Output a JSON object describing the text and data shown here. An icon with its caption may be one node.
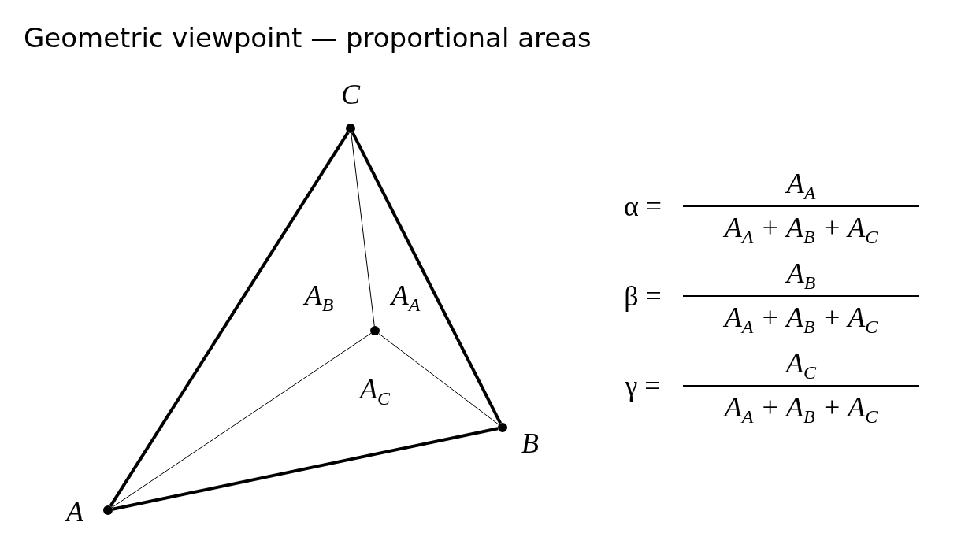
{
  "diagram": {
    "title": "Geometric viewpoint — proportional areas",
    "nodes": [
      {
        "text": [],
        "shape": "circle",
        "beside": [
          "C"
        ]
      },
      {
        "text": [],
        "shape": "circle",
        "beside": [
          "A"
        ]
      },
      {
        "text": [],
        "shape": "circle",
        "beside": [
          "B"
        ]
      },
      {
        "text": [],
        "shape": "circle"
      }
    ],
    "edges": [
      {
        "from": 1,
        "to": 0,
        "arrow": "none",
        "style": "thick"
      },
      {
        "from": 0,
        "to": 2,
        "arrow": "none",
        "style": "thick"
      },
      {
        "from": 1,
        "to": 2,
        "arrow": "none",
        "style": "thick"
      },
      {
        "from": 0,
        "to": 3,
        "arrow": "none"
      },
      {
        "from": 1,
        "to": 3,
        "arrow": "none"
      },
      {
        "from": 2,
        "to": 3,
        "arrow": "none"
      }
    ],
    "labels": [
      "A$_{B}$",
      "A$_{A}$",
      "A$_{C}$",
      "α =",
      "A$_{A}$",
      "A$_{A}$ + A$_{B}$ + A$_{C}$",
      "β =",
      "A$_{B}$",
      "A$_{A}$ + A$_{B}$ + A$_{C}$",
      "γ =",
      "A$_{C}$",
      "A$_{A}$ + A$_{B}$ + A$_{C}$"
    ]
  }
}
